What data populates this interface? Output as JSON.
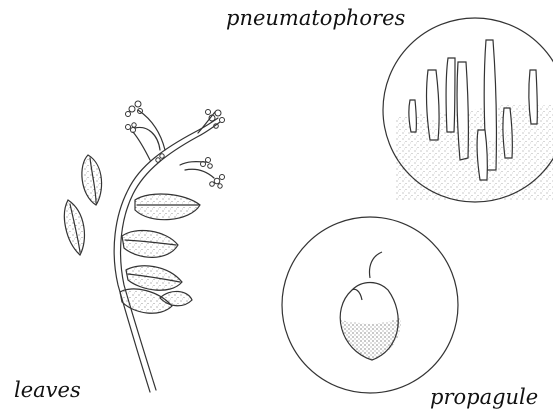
{
  "labels": {
    "pneumatophores": "pneumatophores",
    "leaves": "leaves",
    "propagule": "propagule"
  },
  "colors": {
    "ink": "#333333",
    "background": "#ffffff"
  },
  "figures": [
    "mangrove-branch-with-leaves-and-flowers",
    "pneumatophores-in-circle",
    "propagule-in-circle"
  ]
}
